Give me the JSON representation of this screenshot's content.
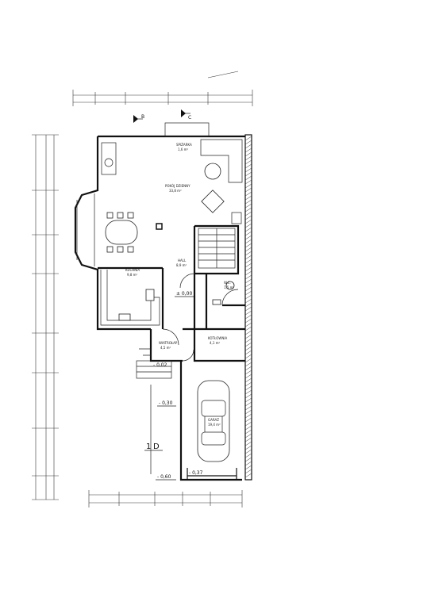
{
  "rooms": {
    "living": [
      "POKÓJ DZIENNY",
      "33,8 m²"
    ],
    "kitchen": [
      "KUCHNIA",
      "9,8 m²"
    ],
    "garage": [
      "GARAŻ",
      "19,4 m²"
    ],
    "vestibule": [
      "WIATROŁAP",
      "4,5 m²"
    ],
    "hall": [
      "HALL",
      "8,9 m²"
    ],
    "bath": [
      "W.C.",
      "1,5 m²"
    ],
    "boiler": [
      "KOTŁOWNIA",
      "4,1 m²"
    ],
    "pantry": [
      "SPIŻARKA",
      "1,6 m²"
    ]
  },
  "levels": {
    "hall": "± 0,00",
    "entrance": "- 0,02",
    "driveway": "- 0,30",
    "outside": "- 0,60",
    "garage": "- 0,37"
  },
  "section_marks": {
    "b": "B",
    "c": "C",
    "d": "D",
    "d_num": "1"
  }
}
